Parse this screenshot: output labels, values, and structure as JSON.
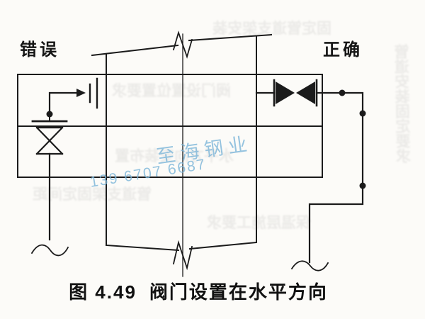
{
  "labels": {
    "wrong": "错误",
    "correct": "正确"
  },
  "caption": {
    "figure_label": "图 4.49",
    "title": "阀门设置在水平方向"
  },
  "watermark": {
    "company": "至海钢业",
    "phone": "139 6707 6687",
    "color": "#79b4d8"
  },
  "diagram": {
    "ink_color": "#1b1b1b",
    "elements": [
      "horizontal-duct-with-midline",
      "vertical-duct-with-break-marks",
      "wrong-side-vertical-valve-on-riser",
      "flow-arrow-into-duct-socket",
      "correct-side-inline-valve",
      "pipe-junction-dots",
      "pipe-break-squiggles"
    ]
  },
  "bleedthrough": {
    "note": "illegible mirrored print showing through from reverse page",
    "lines": [
      "固定管道支架安装",
      "管道安装固定要求",
      "阀门设置位置要求",
      "水平方向安装布置",
      "管道支架固定间距",
      "保温层施工要求"
    ]
  }
}
